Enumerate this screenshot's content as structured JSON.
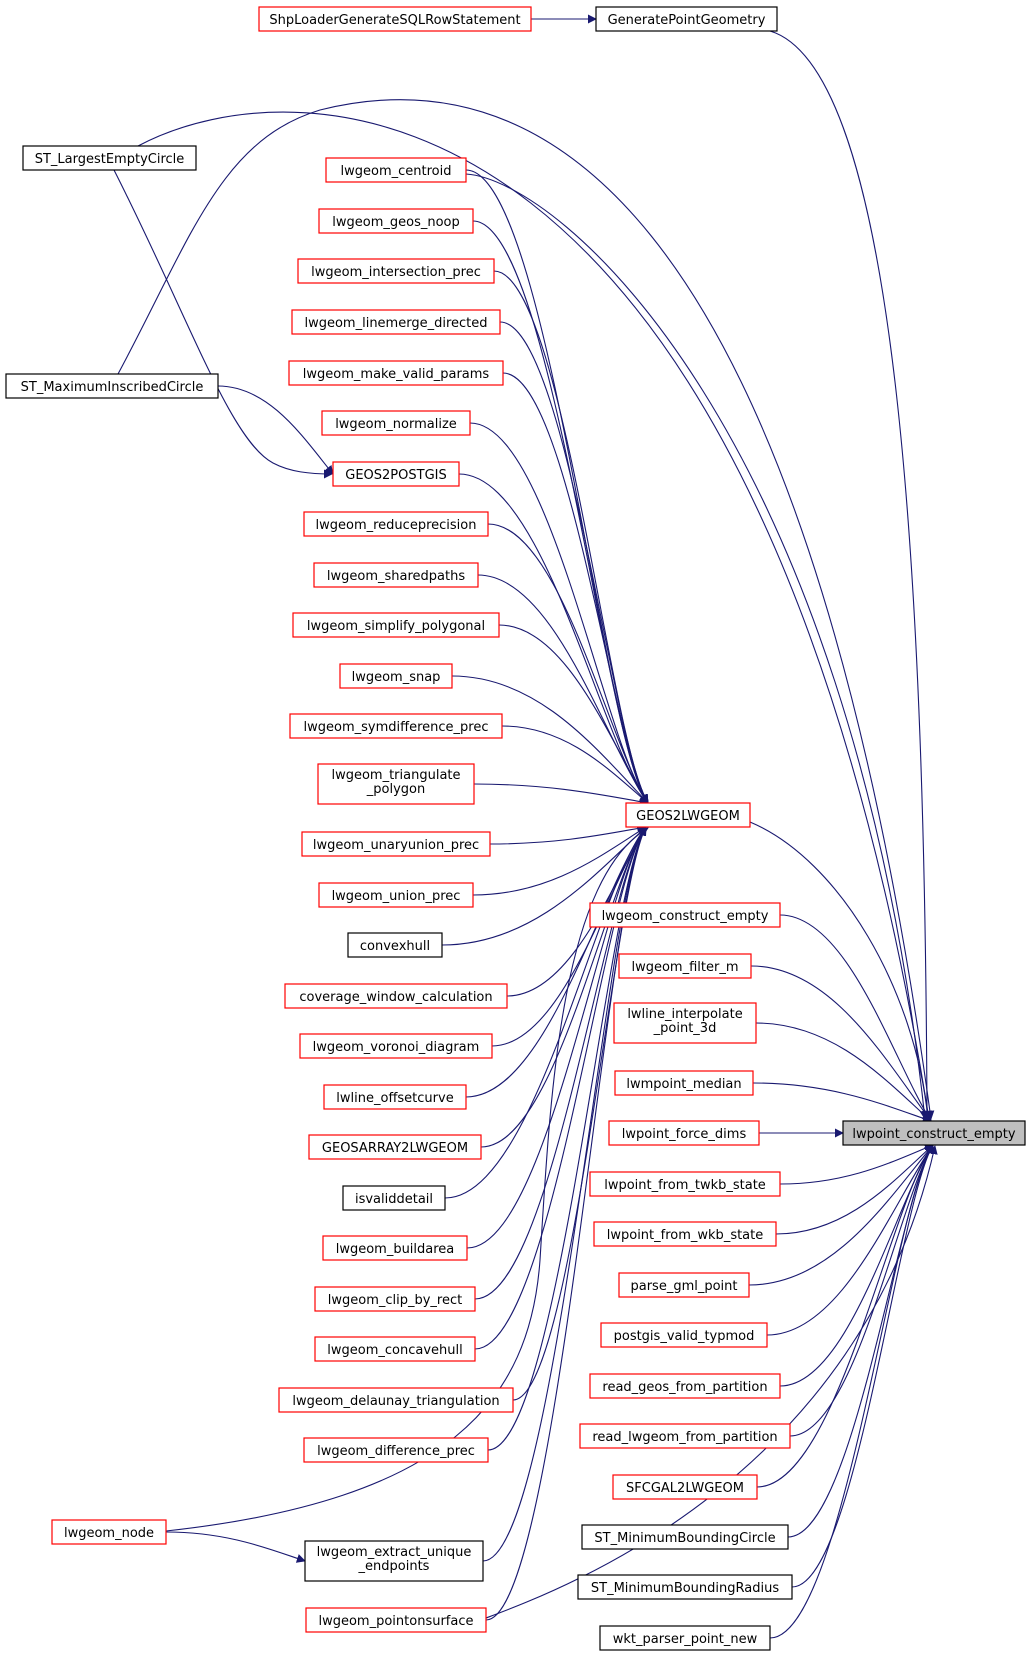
{
  "graph": {
    "target": "lwpoint_construct_empty",
    "colors": {
      "edge": "#191970",
      "border_black": "#000000",
      "border_red": "#ff0000",
      "highlight_fill": "#bfbfbf"
    },
    "nodes": [
      {
        "id": "lwpoint_construct_empty",
        "lines": [
          "lwpoint_construct_empty"
        ],
        "border": "black",
        "highlight": true
      },
      {
        "id": "ShpLoaderGenerateSQLRowStatement",
        "lines": [
          "ShpLoaderGenerateSQLRowStatement"
        ],
        "border": "red"
      },
      {
        "id": "GeneratePointGeometry",
        "lines": [
          "GeneratePointGeometry"
        ],
        "border": "black"
      },
      {
        "id": "ST_LargestEmptyCircle",
        "lines": [
          "ST_LargestEmptyCircle"
        ],
        "border": "black"
      },
      {
        "id": "ST_MaximumInscribedCircle",
        "lines": [
          "ST_MaximumInscribedCircle"
        ],
        "border": "black"
      },
      {
        "id": "lwgeom_centroid",
        "lines": [
          "lwgeom_centroid"
        ],
        "border": "red"
      },
      {
        "id": "lwgeom_geos_noop",
        "lines": [
          "lwgeom_geos_noop"
        ],
        "border": "red"
      },
      {
        "id": "lwgeom_intersection_prec",
        "lines": [
          "lwgeom_intersection_prec"
        ],
        "border": "red"
      },
      {
        "id": "lwgeom_linemerge_directed",
        "lines": [
          "lwgeom_linemerge_directed"
        ],
        "border": "red"
      },
      {
        "id": "lwgeom_make_valid_params",
        "lines": [
          "lwgeom_make_valid_params"
        ],
        "border": "red"
      },
      {
        "id": "lwgeom_normalize",
        "lines": [
          "lwgeom_normalize"
        ],
        "border": "red"
      },
      {
        "id": "GEOS2POSTGIS",
        "lines": [
          "GEOS2POSTGIS"
        ],
        "border": "red"
      },
      {
        "id": "lwgeom_reduceprecision",
        "lines": [
          "lwgeom_reduceprecision"
        ],
        "border": "red"
      },
      {
        "id": "lwgeom_sharedpaths",
        "lines": [
          "lwgeom_sharedpaths"
        ],
        "border": "red"
      },
      {
        "id": "lwgeom_simplify_polygonal",
        "lines": [
          "lwgeom_simplify_polygonal"
        ],
        "border": "red"
      },
      {
        "id": "lwgeom_snap",
        "lines": [
          "lwgeom_snap"
        ],
        "border": "red"
      },
      {
        "id": "lwgeom_symdifference_prec",
        "lines": [
          "lwgeom_symdifference_prec"
        ],
        "border": "red"
      },
      {
        "id": "lwgeom_triangulate_polygon",
        "lines": [
          "lwgeom_triangulate",
          "_polygon"
        ],
        "border": "red"
      },
      {
        "id": "GEOS2LWGEOM",
        "lines": [
          "GEOS2LWGEOM"
        ],
        "border": "red"
      },
      {
        "id": "lwgeom_unaryunion_prec",
        "lines": [
          "lwgeom_unaryunion_prec"
        ],
        "border": "red"
      },
      {
        "id": "lwgeom_union_prec",
        "lines": [
          "lwgeom_union_prec"
        ],
        "border": "red"
      },
      {
        "id": "convexhull",
        "lines": [
          "convexhull"
        ],
        "border": "black"
      },
      {
        "id": "coverage_window_calculation",
        "lines": [
          "coverage_window_calculation"
        ],
        "border": "red"
      },
      {
        "id": "lwgeom_voronoi_diagram",
        "lines": [
          "lwgeom_voronoi_diagram"
        ],
        "border": "red"
      },
      {
        "id": "lwline_offsetcurve",
        "lines": [
          "lwline_offsetcurve"
        ],
        "border": "red"
      },
      {
        "id": "GEOSARRAY2LWGEOM",
        "lines": [
          "GEOSARRAY2LWGEOM"
        ],
        "border": "red"
      },
      {
        "id": "isvaliddetail",
        "lines": [
          "isvaliddetail"
        ],
        "border": "black"
      },
      {
        "id": "lwgeom_buildarea",
        "lines": [
          "lwgeom_buildarea"
        ],
        "border": "red"
      },
      {
        "id": "lwgeom_clip_by_rect",
        "lines": [
          "lwgeom_clip_by_rect"
        ],
        "border": "red"
      },
      {
        "id": "lwgeom_concavehull",
        "lines": [
          "lwgeom_concavehull"
        ],
        "border": "red"
      },
      {
        "id": "lwgeom_delaunay_triangulation",
        "lines": [
          "lwgeom_delaunay_triangulation"
        ],
        "border": "red"
      },
      {
        "id": "lwgeom_difference_prec",
        "lines": [
          "lwgeom_difference_prec"
        ],
        "border": "red"
      },
      {
        "id": "lwgeom_node",
        "lines": [
          "lwgeom_node"
        ],
        "border": "red"
      },
      {
        "id": "lwgeom_extract_unique_endpoints",
        "lines": [
          "lwgeom_extract_unique",
          "_endpoints"
        ],
        "border": "black"
      },
      {
        "id": "lwgeom_pointonsurface",
        "lines": [
          "lwgeom_pointonsurface"
        ],
        "border": "red"
      },
      {
        "id": "lwgeom_construct_empty",
        "lines": [
          "lwgeom_construct_empty"
        ],
        "border": "red"
      },
      {
        "id": "lwgeom_filter_m",
        "lines": [
          "lwgeom_filter_m"
        ],
        "border": "red"
      },
      {
        "id": "lwline_interpolate_point_3d",
        "lines": [
          "lwline_interpolate",
          "_point_3d"
        ],
        "border": "red"
      },
      {
        "id": "lwmpoint_median",
        "lines": [
          "lwmpoint_median"
        ],
        "border": "red"
      },
      {
        "id": "lwpoint_force_dims",
        "lines": [
          "lwpoint_force_dims"
        ],
        "border": "red"
      },
      {
        "id": "lwpoint_from_twkb_state",
        "lines": [
          "lwpoint_from_twkb_state"
        ],
        "border": "red"
      },
      {
        "id": "lwpoint_from_wkb_state",
        "lines": [
          "lwpoint_from_wkb_state"
        ],
        "border": "red"
      },
      {
        "id": "parse_gml_point",
        "lines": [
          "parse_gml_point"
        ],
        "border": "red"
      },
      {
        "id": "postgis_valid_typmod",
        "lines": [
          "postgis_valid_typmod"
        ],
        "border": "red"
      },
      {
        "id": "read_geos_from_partition",
        "lines": [
          "read_geos_from_partition"
        ],
        "border": "red"
      },
      {
        "id": "read_lwgeom_from_partition",
        "lines": [
          "read_lwgeom_from_partition"
        ],
        "border": "red"
      },
      {
        "id": "SFCGAL2LWGEOM",
        "lines": [
          "SFCGAL2LWGEOM"
        ],
        "border": "red"
      },
      {
        "id": "ST_MinimumBoundingCircle",
        "lines": [
          "ST_MinimumBoundingCircle"
        ],
        "border": "black"
      },
      {
        "id": "ST_MinimumBoundingRadius",
        "lines": [
          "ST_MinimumBoundingRadius"
        ],
        "border": "black"
      },
      {
        "id": "wkt_parser_point_new",
        "lines": [
          "wkt_parser_point_new"
        ],
        "border": "black"
      }
    ],
    "edges": [
      [
        "ShpLoaderGenerateSQLRowStatement",
        "GeneratePointGeometry"
      ],
      [
        "GeneratePointGeometry",
        "lwpoint_construct_empty"
      ],
      [
        "ST_LargestEmptyCircle",
        "lwpoint_construct_empty"
      ],
      [
        "ST_MaximumInscribedCircle",
        "lwpoint_construct_empty"
      ],
      [
        "ST_LargestEmptyCircle",
        "GEOS2POSTGIS"
      ],
      [
        "ST_MaximumInscribedCircle",
        "GEOS2POSTGIS"
      ],
      [
        "lwgeom_centroid",
        "lwpoint_construct_empty"
      ],
      [
        "lwgeom_centroid",
        "GEOS2LWGEOM"
      ],
      [
        "lwgeom_geos_noop",
        "GEOS2LWGEOM"
      ],
      [
        "lwgeom_intersection_prec",
        "GEOS2LWGEOM"
      ],
      [
        "lwgeom_linemerge_directed",
        "GEOS2LWGEOM"
      ],
      [
        "lwgeom_make_valid_params",
        "GEOS2LWGEOM"
      ],
      [
        "lwgeom_normalize",
        "GEOS2LWGEOM"
      ],
      [
        "GEOS2POSTGIS",
        "GEOS2LWGEOM"
      ],
      [
        "lwgeom_reduceprecision",
        "GEOS2LWGEOM"
      ],
      [
        "lwgeom_sharedpaths",
        "GEOS2LWGEOM"
      ],
      [
        "lwgeom_simplify_polygonal",
        "GEOS2LWGEOM"
      ],
      [
        "lwgeom_snap",
        "GEOS2LWGEOM"
      ],
      [
        "lwgeom_symdifference_prec",
        "GEOS2LWGEOM"
      ],
      [
        "lwgeom_triangulate_polygon",
        "GEOS2LWGEOM"
      ],
      [
        "lwgeom_unaryunion_prec",
        "GEOS2LWGEOM"
      ],
      [
        "lwgeom_union_prec",
        "GEOS2LWGEOM"
      ],
      [
        "convexhull",
        "GEOS2LWGEOM"
      ],
      [
        "coverage_window_calculation",
        "GEOS2LWGEOM"
      ],
      [
        "lwgeom_voronoi_diagram",
        "GEOS2LWGEOM"
      ],
      [
        "lwline_offsetcurve",
        "GEOS2LWGEOM"
      ],
      [
        "GEOSARRAY2LWGEOM",
        "GEOS2LWGEOM"
      ],
      [
        "isvaliddetail",
        "GEOS2LWGEOM"
      ],
      [
        "lwgeom_buildarea",
        "GEOS2LWGEOM"
      ],
      [
        "lwgeom_clip_by_rect",
        "GEOS2LWGEOM"
      ],
      [
        "lwgeom_concavehull",
        "GEOS2LWGEOM"
      ],
      [
        "lwgeom_delaunay_triangulation",
        "GEOS2LWGEOM"
      ],
      [
        "lwgeom_difference_prec",
        "GEOS2LWGEOM"
      ],
      [
        "lwgeom_node",
        "GEOS2LWGEOM"
      ],
      [
        "lwgeom_node",
        "lwgeom_extract_unique_endpoints"
      ],
      [
        "lwgeom_extract_unique_endpoints",
        "GEOS2LWGEOM"
      ],
      [
        "lwgeom_pointonsurface",
        "GEOS2LWGEOM"
      ],
      [
        "lwgeom_pointonsurface",
        "lwpoint_construct_empty"
      ],
      [
        "GEOS2LWGEOM",
        "lwpoint_construct_empty"
      ],
      [
        "lwgeom_construct_empty",
        "lwpoint_construct_empty"
      ],
      [
        "lwgeom_filter_m",
        "lwpoint_construct_empty"
      ],
      [
        "lwline_interpolate_point_3d",
        "lwpoint_construct_empty"
      ],
      [
        "lwmpoint_median",
        "lwpoint_construct_empty"
      ],
      [
        "lwpoint_force_dims",
        "lwpoint_construct_empty"
      ],
      [
        "lwpoint_from_twkb_state",
        "lwpoint_construct_empty"
      ],
      [
        "lwpoint_from_wkb_state",
        "lwpoint_construct_empty"
      ],
      [
        "parse_gml_point",
        "lwpoint_construct_empty"
      ],
      [
        "postgis_valid_typmod",
        "lwpoint_construct_empty"
      ],
      [
        "read_geos_from_partition",
        "lwpoint_construct_empty"
      ],
      [
        "read_lwgeom_from_partition",
        "lwpoint_construct_empty"
      ],
      [
        "SFCGAL2LWGEOM",
        "lwpoint_construct_empty"
      ],
      [
        "ST_MinimumBoundingCircle",
        "lwpoint_construct_empty"
      ],
      [
        "ST_MinimumBoundingRadius",
        "lwpoint_construct_empty"
      ],
      [
        "wkt_parser_point_new",
        "lwpoint_construct_empty"
      ]
    ]
  }
}
